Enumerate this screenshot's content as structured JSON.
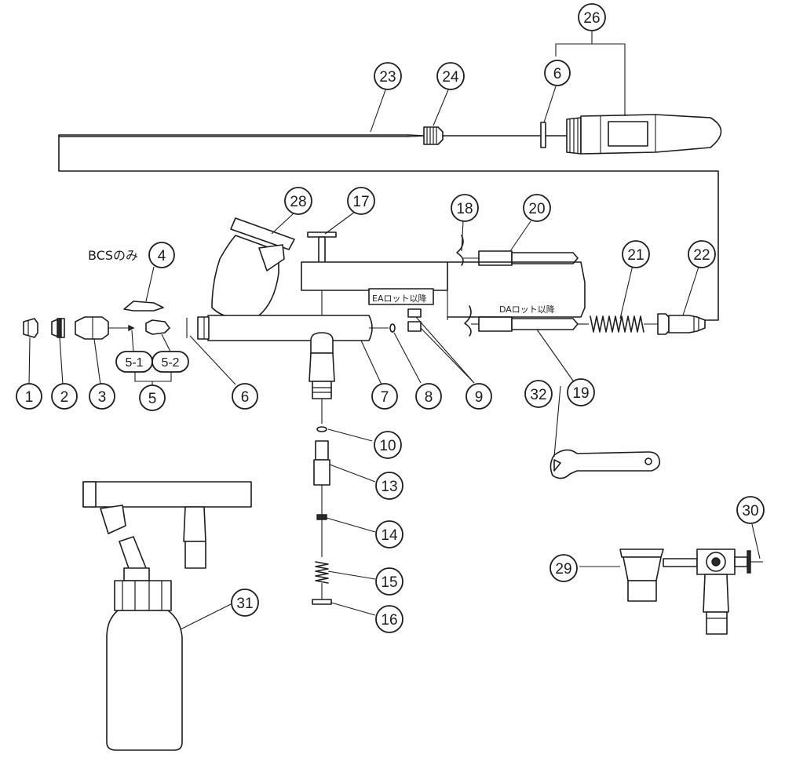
{
  "callouts": {
    "p1": "1",
    "p2": "2",
    "p3": "3",
    "p4": "4",
    "p5": "5",
    "p5_1": "5-1",
    "p5_2": "5-2",
    "p6a": "6",
    "p6b": "6",
    "p7": "7",
    "p8": "8",
    "p9": "9",
    "p10": "10",
    "p13": "13",
    "p14": "14",
    "p15": "15",
    "p16": "16",
    "p17": "17",
    "p18": "18",
    "p19": "19",
    "p20": "20",
    "p21": "21",
    "p22": "22",
    "p23": "23",
    "p24": "24",
    "p26": "26",
    "p28": "28",
    "p29": "29",
    "p30": "30",
    "p31": "31",
    "p32": "32"
  },
  "notes": {
    "bcs_only": "BCSのみ",
    "ea_rod": "EAロット以降",
    "da_rod": "DAロット以降"
  },
  "colors": {
    "ink": "#1c1c1c",
    "paper": "#ffffff"
  }
}
